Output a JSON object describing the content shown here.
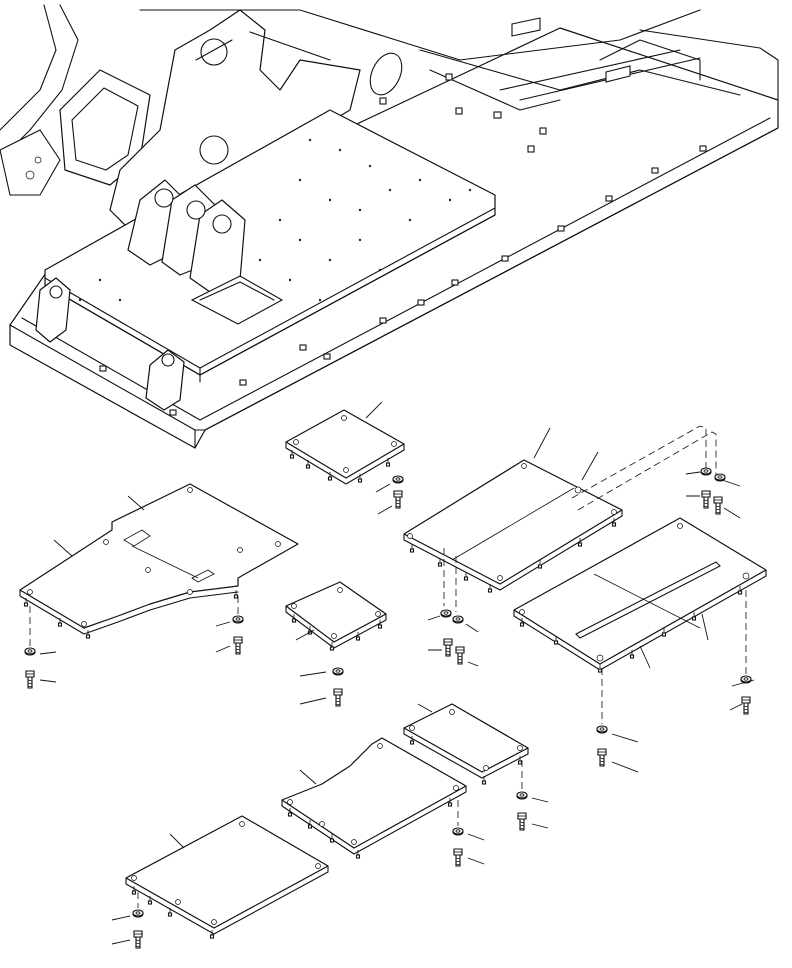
{
  "diagram": {
    "type": "exploded parts drawing",
    "colors": {
      "line": "#111111",
      "background": "#ffffff"
    },
    "parts": [
      {
        "id": "cover-small-upper"
      },
      {
        "id": "cover-large-center"
      },
      {
        "id": "cover-left-shaped"
      },
      {
        "id": "cover-small-middle"
      },
      {
        "id": "cover-right-long"
      },
      {
        "id": "cover-small-lower"
      },
      {
        "id": "cover-curved-lower"
      },
      {
        "id": "cover-bottom-left"
      }
    ],
    "fasteners": [
      {
        "id": "washer-bolt-upper"
      },
      {
        "id": "washer-bolt-far-right"
      },
      {
        "id": "washer-bolt-left"
      },
      {
        "id": "washer-bolt-middle"
      },
      {
        "id": "washer-bolt-center"
      },
      {
        "id": "washer-bolt-right-lower"
      },
      {
        "id": "washer-bolt-right-bottom"
      },
      {
        "id": "washer-bolt-lower-center"
      },
      {
        "id": "washer-bolt-lower-mid"
      },
      {
        "id": "washer-bolt-bottom-left"
      }
    ]
  }
}
